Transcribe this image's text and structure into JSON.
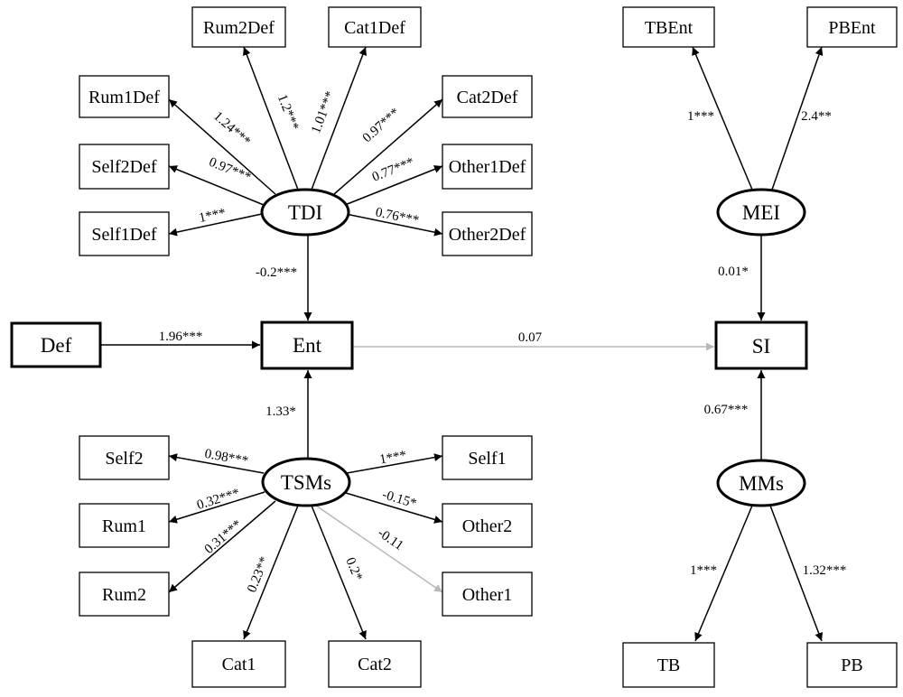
{
  "nodes": {
    "tdi": "TDI",
    "tsms": "TSMs",
    "mei": "MEI",
    "mms": "MMs",
    "ent": "Ent",
    "def": "Def",
    "si": "SI",
    "rum2def": "Rum2Def",
    "cat1def": "Cat1Def",
    "rum1def": "Rum1Def",
    "cat2def": "Cat2Def",
    "self2def": "Self2Def",
    "other1def": "Other1Def",
    "self1def": "Self1Def",
    "other2def": "Other2Def",
    "self2": "Self2",
    "self1": "Self1",
    "rum1": "Rum1",
    "other2": "Other2",
    "rum2": "Rum2",
    "other1": "Other1",
    "cat1": "Cat1",
    "cat2": "Cat2",
    "tbent": "TBEnt",
    "pbent": "PBEnt",
    "tb": "TB",
    "pb": "PB"
  },
  "coefficients": {
    "tdi_rum1def": "1.24***",
    "tdi_rum2def": "1.2***",
    "tdi_cat1def": "1.01***",
    "tdi_cat2def": "0.97***",
    "tdi_self2def": "0.97***",
    "tdi_other1def": "0.77***",
    "tdi_self1def": "1***",
    "tdi_other2def": "0.76***",
    "tdi_ent": "-0.2***",
    "def_ent": "1.96***",
    "ent_si": "0.07",
    "tsms_ent": "1.33*",
    "tsms_self2": "0.98***",
    "tsms_self1": "1***",
    "tsms_rum1": "0.32***",
    "tsms_other2": "-0.15*",
    "tsms_rum2": "0.31***",
    "tsms_other1": "-0.11",
    "tsms_cat1": "0.23**",
    "tsms_cat2": "0.2*",
    "mei_tbent": "1***",
    "mei_pbent": "2.4**",
    "mei_si": "0.01*",
    "mms_si": "0.67***",
    "mms_tb": "1***",
    "mms_pb": "1.32***"
  },
  "colors": {
    "significant_path": "#000000",
    "nonsignificant_path": "#b8b8b8"
  }
}
